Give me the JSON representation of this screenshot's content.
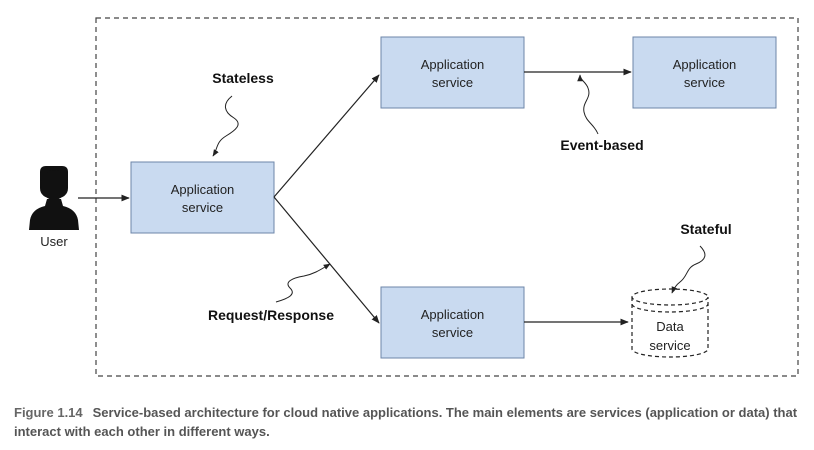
{
  "colors": {
    "box_fill": "#c9daf0",
    "box_stroke": "#6d86a8",
    "line": "#222222",
    "boundary": "#444444",
    "caption_text": "#555555"
  },
  "actor": {
    "label": "User",
    "icon": "user-silhouette-icon"
  },
  "nodes": {
    "app_main": {
      "line1": "Application",
      "line2": "service"
    },
    "app_top": {
      "line1": "Application",
      "line2": "service"
    },
    "app_top_right": {
      "line1": "Application",
      "line2": "service"
    },
    "app_bottom": {
      "line1": "Application",
      "line2": "service"
    },
    "data_service": {
      "line1": "Data",
      "line2": "service"
    }
  },
  "annotations": {
    "stateless": "Stateless",
    "event_based": "Event-based",
    "request_response": "Request/Response",
    "stateful": "Stateful"
  },
  "caption": {
    "figure_number": "Figure 1.14",
    "text": "Service-based architecture for cloud native applications. The main elements are services (application or data) that interact with each other in different ways."
  }
}
